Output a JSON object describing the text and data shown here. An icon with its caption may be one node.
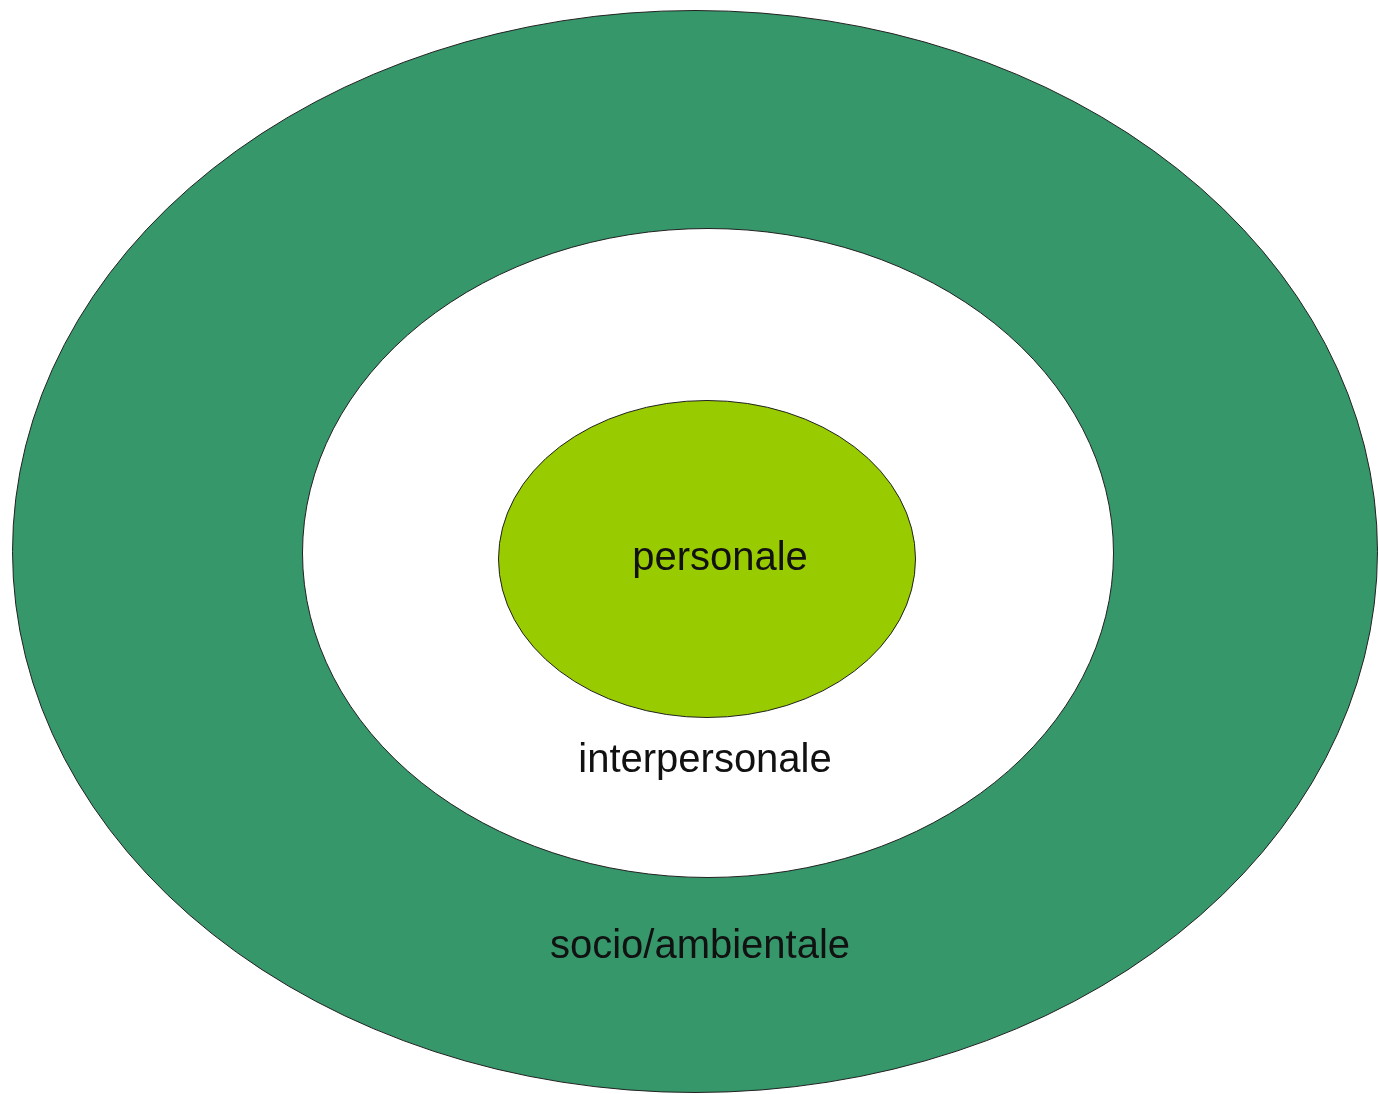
{
  "diagram": {
    "nodes": [
      {
        "text": [
          "socio/ambientale"
        ]
      },
      {
        "text": [
          "interpersonale"
        ],
        "in": 0
      },
      {
        "text": [
          "personale"
        ],
        "in": 1
      }
    ]
  }
}
